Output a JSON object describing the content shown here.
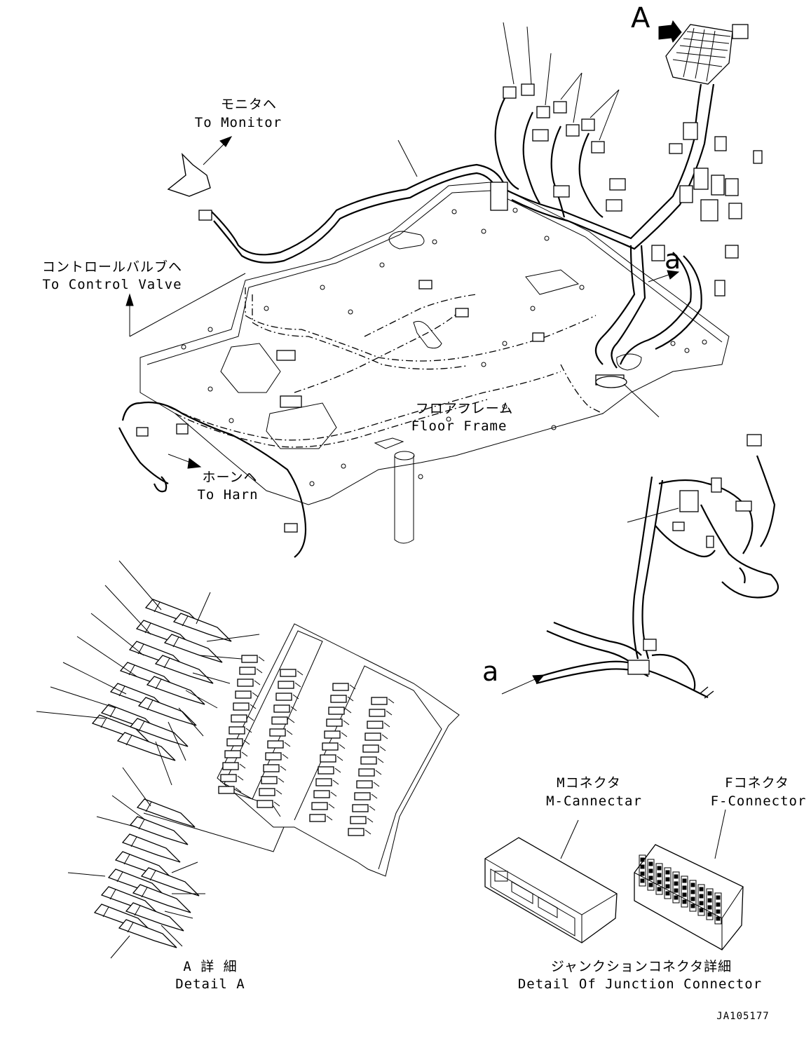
{
  "labels": {
    "monitor_jp": "モニタヘ",
    "monitor_en": "To Monitor",
    "valve_jp": "コントロールバルブヘ",
    "valve_en": "To Control Valve",
    "floor_jp": "フロアフレーム",
    "floor_en": "Floor Frame",
    "horn_jp": "ホーンヘ",
    "horn_en": "To Harn",
    "detail_a_jp": "A 詳 細",
    "detail_a_en": "Detail A",
    "m_connector_jp": "Mコネクタ",
    "m_connector_en": "M-Cannectar",
    "f_connector_jp": "Fコネクタ",
    "f_connector_en": "F-Connector",
    "junction_jp": "ジャンクションコネクタ詳細",
    "junction_en": "Detail Of Junction Connector",
    "callout_A": "A",
    "callout_a_top": "a",
    "callout_a_bottom": "a",
    "drawing_id": "JA105177"
  },
  "icons": {
    "view_arrow": "arrow-right-icon",
    "direction_arrow": "arrow-up-icon"
  }
}
